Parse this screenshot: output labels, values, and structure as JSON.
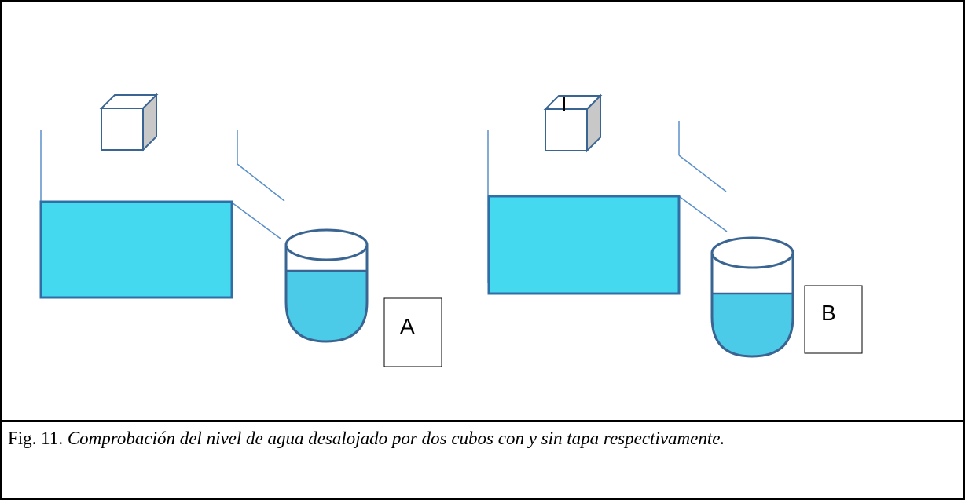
{
  "figure": {
    "panel_a": {
      "label": "A"
    },
    "panel_b": {
      "label": "B"
    },
    "caption": {
      "number": "Fig. 11.",
      "text": "Comprobación del nivel de agua desalojado por dos cubos con y sin tapa respectivamente."
    }
  },
  "colors": {
    "tank_fill": "#44d9ee",
    "tank_stroke": "#2f6fa5",
    "beaker_water": "#4bcbe8",
    "beaker_stroke": "#3a6592",
    "guide_line": "#5a8fc8",
    "cube_side": "#c8c8c8"
  }
}
